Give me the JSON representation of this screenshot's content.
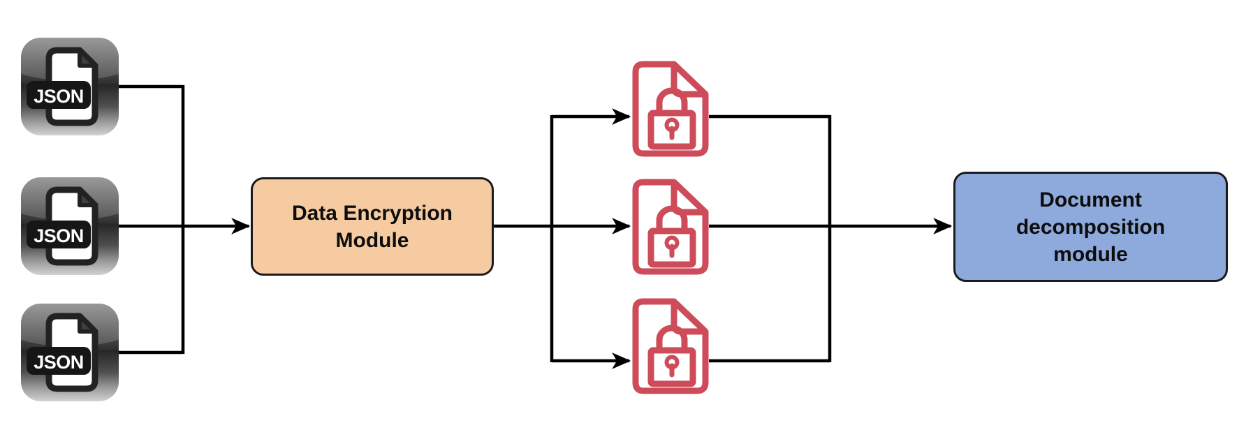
{
  "diagram": {
    "background_color": "#ffffff",
    "connector_color": "#000000",
    "json_files": [
      {
        "label": "JSON",
        "icon": "json-file-icon"
      },
      {
        "label": "JSON",
        "icon": "json-file-icon"
      },
      {
        "label": "JSON",
        "icon": "json-file-icon"
      }
    ],
    "encryption_module": {
      "label": "Data Encryption Module",
      "fill_color": "#F6CBA2",
      "border_color": "#1A1A1A",
      "text_color": "#0D0D0D"
    },
    "encrypted_files": [
      {
        "icon": "encrypted-document-lock-icon"
      },
      {
        "icon": "encrypted-document-lock-icon"
      },
      {
        "icon": "encrypted-document-lock-icon"
      }
    ],
    "encrypted_file_color": "#CE4B59",
    "decomposition_module": {
      "label": "Document decomposition module",
      "fill_color": "#8EA9DB",
      "border_color": "#0D0D0D",
      "text_color": "#0D0D0D"
    }
  }
}
